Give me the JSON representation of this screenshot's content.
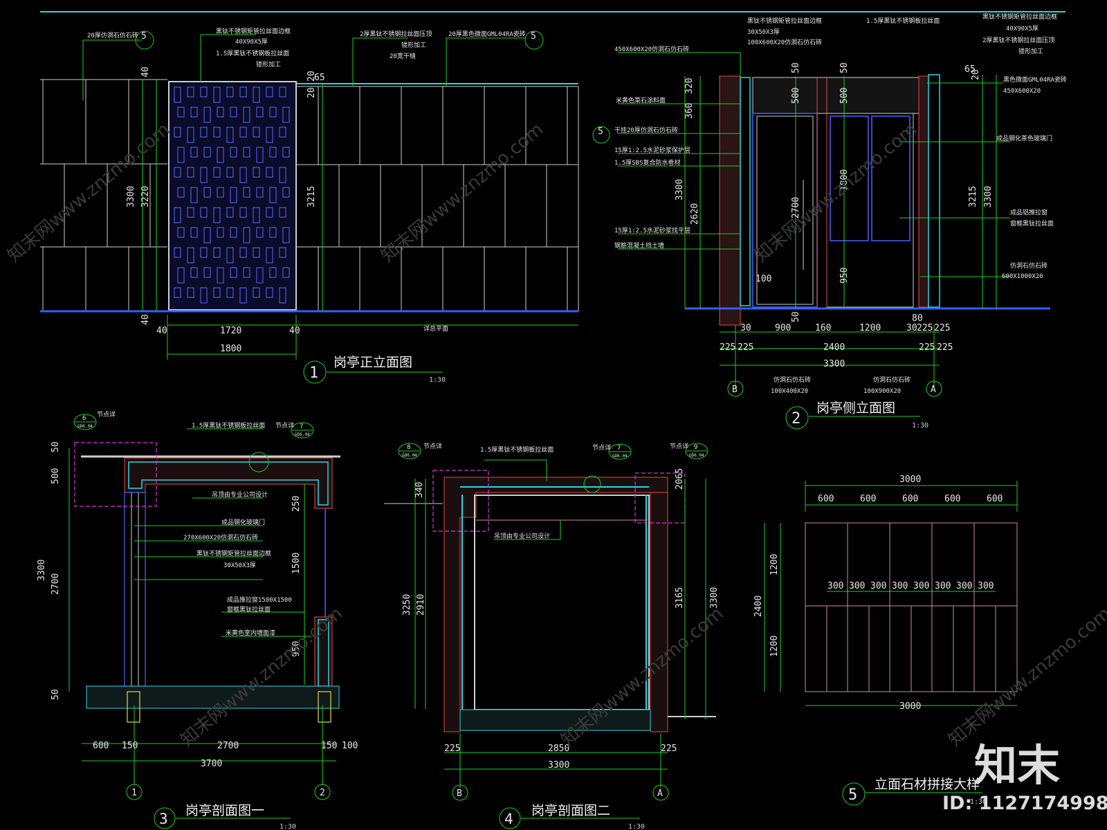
{
  "views": {
    "v1": {
      "number": "1",
      "title": "岗亭正立面图",
      "scale": "1:30"
    },
    "v2": {
      "number": "2",
      "title": "岗亭侧立面图",
      "scale": "1:30"
    },
    "v3": {
      "number": "3",
      "title": "岗亭剖面图一",
      "scale": "1:30"
    },
    "v4": {
      "number": "4",
      "title": "岗亭剖面图二",
      "scale": "1:30"
    },
    "v5": {
      "number": "5",
      "title": "立面石材拼接大样",
      "scale": "1:30"
    }
  },
  "v1": {
    "notes": [
      "20厚仿洞石仿石砖",
      "黑钛不锈钢矩管拉丝面边框",
      "40X90X5厚",
      "1.5厚黑钛不锈钢板拉丝面",
      "镂形加工",
      "2厚黑钛不锈钢拉丝面压顶",
      "镂形加工",
      "20宽干缝",
      "20厚黑色微面GML04RA瓷砖",
      "详总平面"
    ],
    "callouts": [
      "5",
      "5"
    ],
    "dims": [
      "40",
      "3300",
      "3220",
      "40",
      "20",
      "65",
      "20",
      "3215",
      "40",
      "1720",
      "40",
      "1800"
    ]
  },
  "v2": {
    "notes": [
      "黑钛不锈钢矩管拉丝面边框",
      "30X50X3厚",
      "100X600X20仿洞石仿石砖",
      "1.5厚黑钛不锈钢板拉丝面",
      "黑钛不锈钢矩管拉丝面边框",
      "40X90X5厚",
      "2厚黑钛不锈钢拉丝面压顶",
      "镂形加工",
      "450X600X20仿洞石仿石砖",
      "米黄色菜石涂料面",
      "干挂20厚仿洞石仿石砖",
      "15厚1:2.5水泥砂浆保护层",
      "1.5厚SBS复合防水卷材",
      "15厚1:2.5水泥砂浆找平层",
      "钢筋混凝土挡土墙",
      "黑色微面GML04RA瓷砖",
      "450X600X20",
      "成品钢化茶色玻璃门",
      "成品铝推拉窗",
      "窗框黑钛拉丝面",
      "仿洞石仿石砖",
      "600X1000X20",
      "仿洞石仿石砖",
      "100X400X20",
      "仿洞石仿石砖",
      "100X900X20"
    ],
    "callout": "5",
    "dims": [
      "320",
      "360",
      "3300",
      "2620",
      "50",
      "500",
      "50",
      "500",
      "2700",
      "1800",
      "950",
      "100",
      "50",
      "20",
      "65",
      "3215",
      "3300",
      "30",
      "900",
      "160",
      "1200",
      "30",
      "225",
      "225",
      "225",
      "225",
      "2400",
      "225",
      "225",
      "3300",
      "80"
    ],
    "axes": [
      "B",
      "A"
    ]
  },
  "v3": {
    "notes": [
      "1.5厚黑钛不锈钢板拉丝面",
      "节点详",
      "节点详",
      "吊顶由专业公司设计",
      "成品钢化玻璃门",
      "270X600X20仿洞石仿石砖",
      "黑钛不锈钢矩管拉丝面边框",
      "30X50X3厚",
      "成品推拉窗1500X1500",
      "窗框黑钛拉丝面",
      "米黄色室内墙面漆"
    ],
    "detail_tags": [
      {
        "num": "6",
        "ref": "GD6.04"
      },
      {
        "num": "7",
        "ref": "GD6.04"
      }
    ],
    "dims": [
      "50",
      "500",
      "3300",
      "2700",
      "50",
      "250",
      "1500",
      "950",
      "600",
      "150",
      "2700",
      "150",
      "100",
      "3700"
    ],
    "axes": [
      "1",
      "2"
    ]
  },
  "v4": {
    "notes": [
      "1.5厚黑钛不锈钢板拉丝面",
      "节点详",
      "节点详",
      "节点详",
      "吊顶由专业公司设计"
    ],
    "detail_tags": [
      {
        "num": "8",
        "ref": "GD6.04"
      },
      {
        "num": "7",
        "ref": "GD6.04"
      },
      {
        "num": "9",
        "ref": "GD6.04"
      }
    ],
    "dims": [
      "340",
      "3250",
      "2910",
      "2065",
      "3165",
      "3300",
      "225",
      "2850",
      "225",
      "3300"
    ],
    "axes": [
      "B",
      "A"
    ]
  },
  "v5": {
    "dims_top": [
      "3000",
      "600",
      "600",
      "600",
      "600",
      "600"
    ],
    "dims_mid": [
      "300",
      "300",
      "300",
      "300",
      "300",
      "300",
      "300",
      "300"
    ],
    "dims_side": [
      "2400",
      "1200",
      "1200"
    ],
    "dim_bottom": "3000"
  },
  "watermark": {
    "brand": "知末",
    "id": "ID: 1127174998",
    "text": "知末网www.znzmo.com"
  },
  "colors": {
    "lines_dim": "#1bd31b",
    "ground": "#2d62ff",
    "cyan": "#2ad7e6",
    "red": "#e84a4a",
    "magenta": "#d23ad2"
  }
}
